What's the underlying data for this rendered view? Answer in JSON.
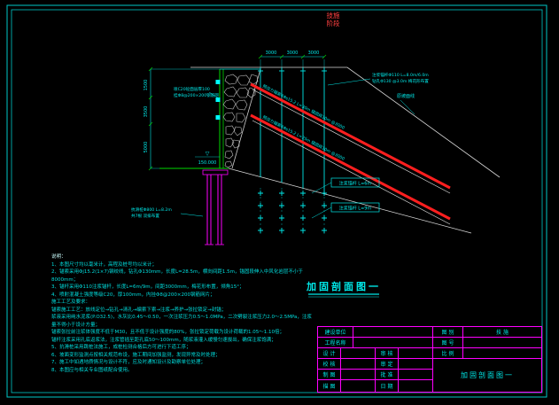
{
  "stamp": {
    "line1": "技施",
    "line2": "阶段"
  },
  "drawing": {
    "title": "加固剖面图一",
    "top_dims": [
      "3000",
      "3000",
      "3000"
    ],
    "left_dims": [
      "1500",
      "3500",
      "5000"
    ],
    "elevation_mark": "▽",
    "elevation_value": "150.000",
    "wall_note1": "喷C20砼面层厚100",
    "wall_note2": "挂Φ8@200×200钢筋网",
    "anchor_upper": "预应力锚索4Φs15.2  L=30m  锚固段10m  @3000",
    "anchor_lower": "预应力锚索4Φs15.2  L=25m  锚固段10m  @3000",
    "slope_label": "原坡面线",
    "nail_label1": "注浆锚杆Φ110  L=8.0m/6.0m",
    "nail_label2": "钻孔Φ130  @3.0m 梅花形布置",
    "grout6": "注浆锚杆 L=6m",
    "grout9": "注浆锚杆 L=9m",
    "pile_label1": "抗滑桩Φ800  L=8.2m",
    "pile_label2": "共7根 双排布置"
  },
  "notes": {
    "heading": "说明：",
    "lines": [
      "1、本图尺寸均以毫米计，高程及桩号均以米计；",
      "2、锚索采用Φj15.2(1×7)钢绞线，钻孔Φ130mm，长度L=28.5m，横向间距1.5m，锚固段伸入中风化岩层不小于8000mm；",
      "3、锚杆采用Φ110注浆锚杆，长度L=6m/9m，间距3000mm，梅花形布置，倾角15°；",
      "4、喷射混凝土强度等级C20，厚100mm，内挂Φ8@200×200钢筋网片；",
      "施工工艺及要求：",
      "锚索施工工艺：放线定位→钻孔→清孔→编索下索→注浆→养护→张拉锁定→封锚；",
      "浆液采用纯水泥浆(P.O32.5)，水灰比0.45～0.50，一次注浆压力0.5～1.0MPa，二次劈裂注浆压力2.0～2.5MPa，注浆量不得小于设计方量；",
      "锚索张拉前注浆体强度不低于M30，且不低于设计强度的80%，张拉锁定荷载为设计荷载的1.05～1.10倍；",
      "锚杆注浆采用孔底返浆法，注浆管插至距孔底50～100mm，随浆液灌入缓慢匀速拔出，确保注浆饱满；",
      "5、抗滑桩采用跳桩法施工，成桩检测合格后方可进行下道工序；",
      "6、坡面变形监测点按相关规范布设，施工期间加强监测，发现异常及时处理；",
      "7、施工中如遇地质情况与设计不符，应及时通知设计及勘察单位处理；",
      "8、本图应与相关专业图纸配合使用。"
    ]
  },
  "titleblock": {
    "owner_label": "建设单位",
    "project_label": "工程名称",
    "design": "设 计",
    "review": "审 核",
    "check": "校 核",
    "approve": "审 定",
    "draft": "制 图",
    "ratify": "批 准",
    "trace": "描 图",
    "date": "日 期",
    "sheet_type_label": "图 别",
    "sheet_type_value": "技 施",
    "sheet_no_label": "图 号",
    "sheet_no_value": "",
    "scale_label": "比 例",
    "scale_value": "",
    "drawing_name": "加固剖面图一"
  }
}
